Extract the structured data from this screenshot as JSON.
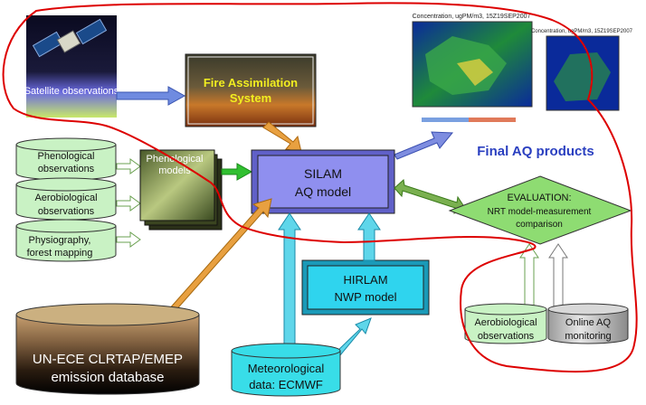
{
  "nodes": {
    "satellite": "Satellite observations",
    "fire_assimilation_line1": "Fire Assimilation",
    "fire_assimilation_line2": "System",
    "final_products": "Final AQ products",
    "map_left_title": "Concentration, ugPM/m3, 15Z19SEP2007",
    "map_right_title": "Concentration, ugPM/m3, 15Z19SEP2007",
    "phenological_obs_line1": "Phenological",
    "phenological_obs_line2": "observations",
    "aerobiological_obs_line1": "Aerobiological",
    "aerobiological_obs_line2": "observations",
    "physiography_line1": "Physiography,",
    "physiography_line2": "forest mapping",
    "phenological_models_line1": "Phenological",
    "phenological_models_line2": "models",
    "silam_line1": "SILAM",
    "silam_line2": "AQ model",
    "evaluation_line1": "EVALUATION:",
    "evaluation_line2": "NRT model-measurement",
    "evaluation_line3": "comparison",
    "hirlam_line1": "HIRLAM",
    "hirlam_line2": "NWP model",
    "emep_line1": "UN-ECE CLRTAP/EMEP",
    "emep_line2": "emission database",
    "meteo_line1": "Meteorological",
    "meteo_line2": "data: ECMWF",
    "aero_bottom_line1": "Aerobiological",
    "aero_bottom_line2": "observations",
    "online_aq_line1": "Online AQ",
    "online_aq_line2": "monitoring"
  },
  "colors": {
    "cylinder_green": "#c9f2c4",
    "silam_fill": "#8f8fef",
    "hirlam_fill": "#2fd4ee",
    "meteo_fill": "#38dde8",
    "evaluation_fill": "#8edc72",
    "arrow_blue": "#6f8be0",
    "arrow_orange": "#e8a040",
    "arrow_cyan": "#5fd6ea",
    "arrow_dark_green": "#5aa036",
    "red_outline": "#dd0000",
    "title_blue": "#2a3fc0"
  }
}
